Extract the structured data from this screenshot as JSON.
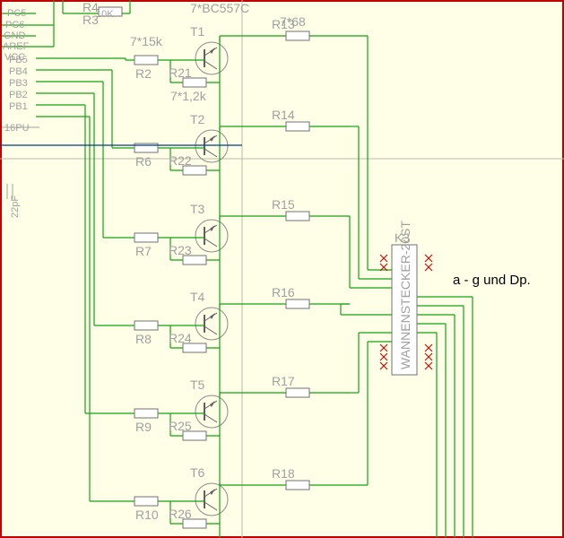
{
  "colors": {
    "background": "#ffffe8",
    "wire": "#13a313",
    "part_outline": "#707070",
    "label": "#a0a0a0",
    "border": "#c00000",
    "unconnected_mark": "#c01010",
    "highlight_net": "#003f7f"
  },
  "header": {
    "top_label": "7*BC557C",
    "mcu_fragment_labels": [
      "PC5",
      "PC6",
      "GND",
      "AREF",
      "VCC"
    ],
    "mcu_ports": [
      "PB5",
      "PB4",
      "PB3",
      "PB2",
      "PB1"
    ],
    "mcu_pin_tail": "16PU",
    "resistors_r3_r4": [
      "R4",
      "R3",
      "10K"
    ],
    "capacitor": "22pF"
  },
  "values": {
    "base_resistor": "7*15k",
    "pullup_resistor": "7*1,2k",
    "segment_resistor": "7*68"
  },
  "transistors": [
    "T1",
    "T2",
    "T3",
    "T4",
    "T5",
    "T6"
  ],
  "base_resistors": [
    "R2",
    "R6",
    "R7",
    "R8",
    "R9",
    "R10"
  ],
  "pullup_resistors": [
    "R21",
    "R22",
    "R23",
    "R24",
    "R25",
    "R26"
  ],
  "segment_resistors": [
    "R13",
    "R14",
    "R15",
    "R16",
    "R17",
    "R18"
  ],
  "connector": {
    "ref": "K3",
    "name": "WANNENSTECKER-20ST"
  },
  "annotation": "a - g  und Dp.",
  "icons": {
    "unconnected_pin": "x-mark-icon",
    "pnp_transistor": "pnp-transistor-icon",
    "resistor": "resistor-icon"
  }
}
